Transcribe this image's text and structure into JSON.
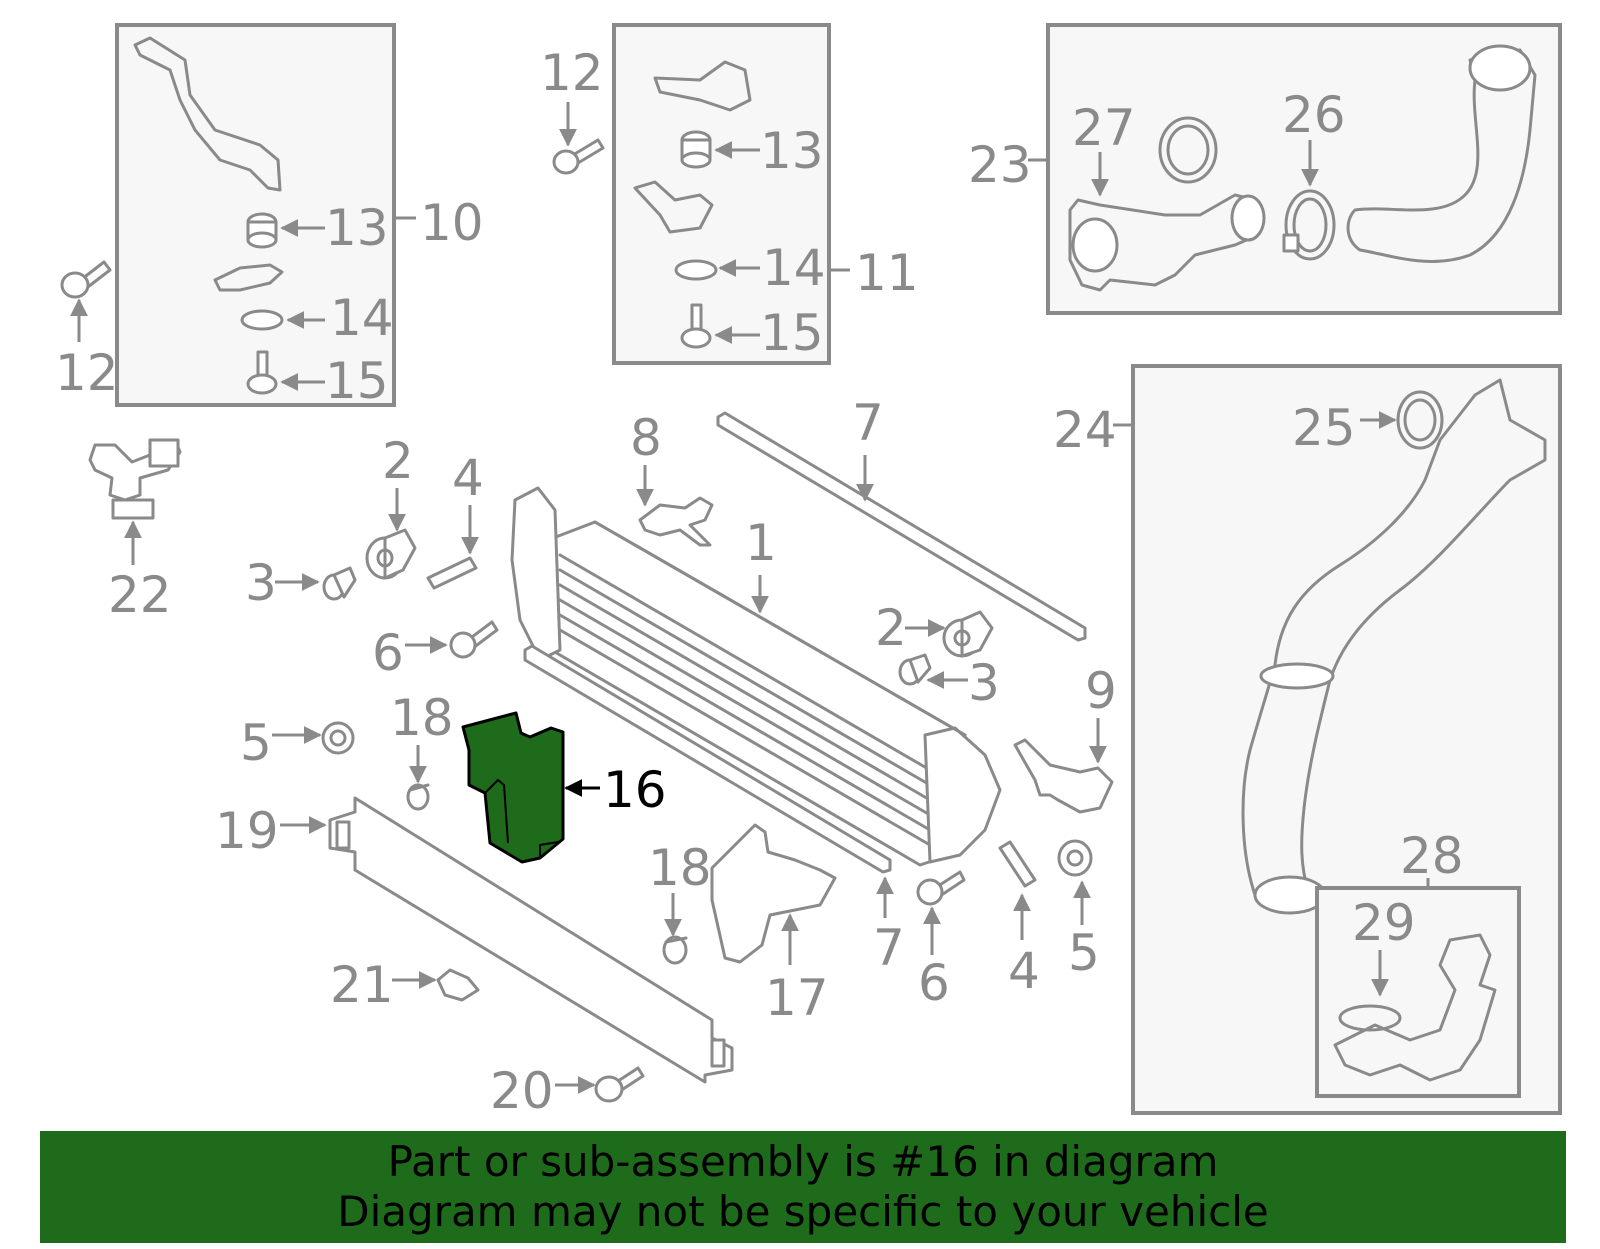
{
  "colors": {
    "line_gray": "#8a8a8a",
    "highlight_part": "#1f6b1c",
    "banner_bg": "#1f6b1c",
    "box_fill": "#f7f7f7",
    "text_highlight": "#000000"
  },
  "highlighted_part": "16",
  "banner": {
    "line1": "Part or sub-assembly is #16 in diagram",
    "line2": "Diagram may not be specific to your vehicle"
  },
  "labels": {
    "l1": "1",
    "l2a": "2",
    "l2b": "2",
    "l3a": "3",
    "l3b": "3",
    "l4a": "4",
    "l4b": "4",
    "l5a": "5",
    "l5b": "5",
    "l6a": "6",
    "l6b": "6",
    "l7a": "7",
    "l7b": "7",
    "l8": "8",
    "l9": "9",
    "l10": "10",
    "l11": "11",
    "l12a": "12",
    "l12b": "12",
    "l13a": "13",
    "l13b": "13",
    "l14a": "14",
    "l14b": "14",
    "l15a": "15",
    "l15b": "15",
    "l16": "16",
    "l17": "17",
    "l18a": "18",
    "l18b": "18",
    "l19": "19",
    "l20": "20",
    "l21": "21",
    "l22": "22",
    "l23": "23",
    "l24": "24",
    "l25": "25",
    "l26": "26",
    "l27": "27",
    "l28": "28",
    "l29": "29"
  }
}
